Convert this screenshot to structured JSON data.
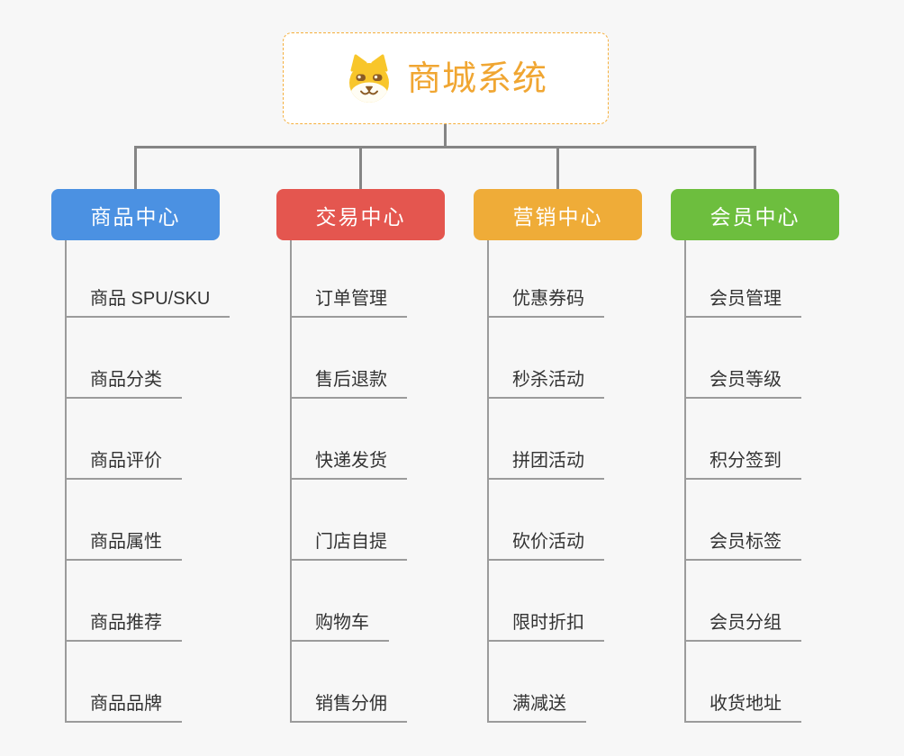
{
  "root": {
    "title": "商城系统",
    "icon": "dog-face-icon"
  },
  "branches": [
    {
      "label": "商品中心",
      "color": "#4B91E2",
      "children": [
        "商品 SPU/SKU",
        "商品分类",
        "商品评价",
        "商品属性",
        "商品推荐",
        "商品品牌"
      ]
    },
    {
      "label": "交易中心",
      "color": "#E4564F",
      "children": [
        "订单管理",
        "售后退款",
        "快递发货",
        "门店自提",
        "购物车",
        "销售分佣"
      ]
    },
    {
      "label": "营销中心",
      "color": "#EFAC38",
      "children": [
        "优惠券码",
        "秒杀活动",
        "拼团活动",
        "砍价活动",
        "限时折扣",
        "满减送"
      ]
    },
    {
      "label": "会员中心",
      "color": "#6DBE3E",
      "children": [
        "会员管理",
        "会员等级",
        "积分签到",
        "会员标签",
        "会员分组",
        "收货地址"
      ]
    }
  ],
  "colors": {
    "root_accent": "#F0A632",
    "root_border": "#F5AF3C",
    "connector": "#858585",
    "leaf_line": "#9B9B9B",
    "leaf_text": "#333333",
    "background": "#F7F7F7"
  }
}
